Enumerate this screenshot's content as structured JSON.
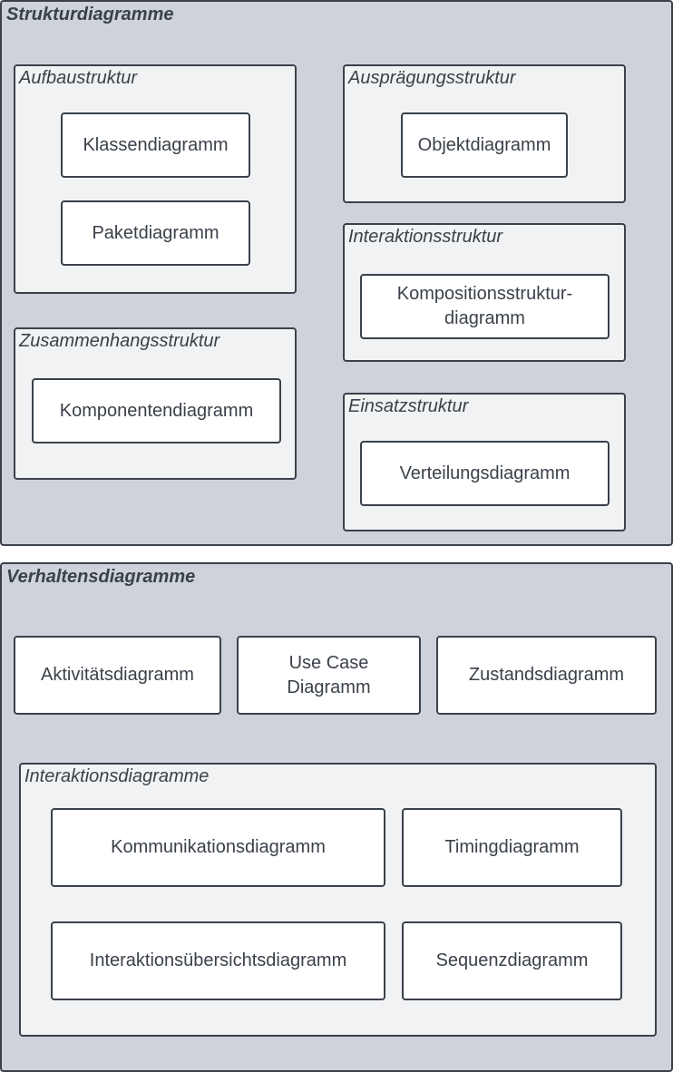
{
  "struktur": {
    "title": "Strukturdiagramme",
    "aufbau": {
      "title": "Aufbaustruktur",
      "klassen": "Klassendiagramm",
      "paket": "Paketdiagramm"
    },
    "auspraegung": {
      "title": "Ausprägungsstruktur",
      "objekt": "Objektdiagramm"
    },
    "interaktion": {
      "title": "Interaktionsstruktur",
      "komposition": "Kompositionsstruktur-\ndiagramm"
    },
    "zusammenhang": {
      "title": "Zusammenhangsstruktur",
      "komponenten": "Komponentendiagramm"
    },
    "einsatz": {
      "title": "Einsatzstruktur",
      "verteilung": "Verteilungsdiagramm"
    }
  },
  "verhalten": {
    "title": "Verhaltensdiagramme",
    "aktivitaet": "Aktivitätsdiagramm",
    "usecase": "Use Case\nDiagramm",
    "zustand": "Zustandsdiagramm",
    "interaktionsdiagramme": {
      "title": "Interaktionsdiagramme",
      "kommunikation": "Kommunikationsdiagramm",
      "timing": "Timingdiagramm",
      "uebersicht": "Interaktionsübersichtsdiagramm",
      "sequenz": "Sequenzdiagramm"
    }
  }
}
